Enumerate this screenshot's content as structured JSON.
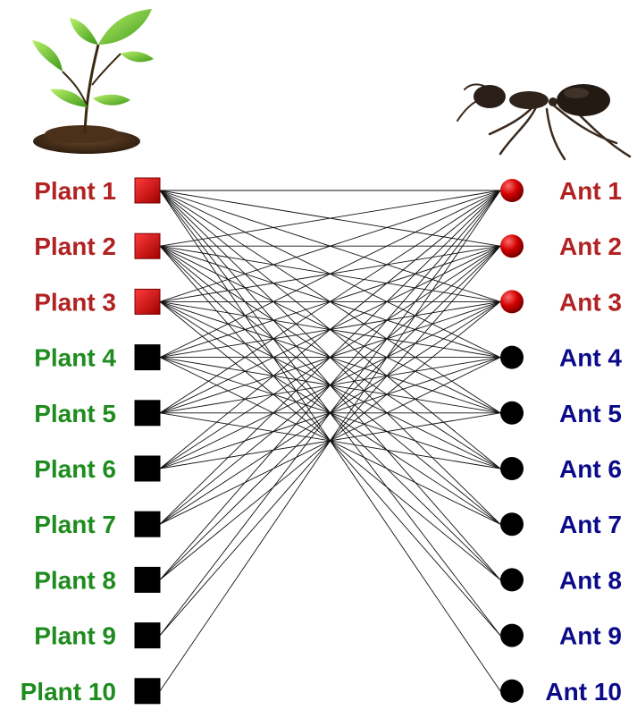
{
  "colors": {
    "core_plant": "#b22222",
    "peripheral_plant": "#1e8c1e",
    "core_ant": "#b22222",
    "peripheral_ant": "#0a0a8a",
    "edge": "#111111",
    "core_fill": "#cc0000",
    "peripheral_fill": "#000000"
  },
  "icons": {
    "plant": "plant-seedling-icon",
    "ant": "ant-icon"
  },
  "plants": [
    {
      "label": "Plant 1",
      "group": "core"
    },
    {
      "label": "Plant 2",
      "group": "core"
    },
    {
      "label": "Plant 3",
      "group": "core"
    },
    {
      "label": "Plant 4",
      "group": "peripheral"
    },
    {
      "label": "Plant 5",
      "group": "peripheral"
    },
    {
      "label": "Plant 6",
      "group": "peripheral"
    },
    {
      "label": "Plant 7",
      "group": "peripheral"
    },
    {
      "label": "Plant 8",
      "group": "peripheral"
    },
    {
      "label": "Plant 9",
      "group": "peripheral"
    },
    {
      "label": "Plant 10",
      "group": "peripheral"
    }
  ],
  "ants": [
    {
      "label": "Ant 1",
      "group": "core"
    },
    {
      "label": "Ant 2",
      "group": "core"
    },
    {
      "label": "Ant 3",
      "group": "core"
    },
    {
      "label": "Ant 4",
      "group": "peripheral"
    },
    {
      "label": "Ant 5",
      "group": "peripheral"
    },
    {
      "label": "Ant 6",
      "group": "peripheral"
    },
    {
      "label": "Ant 7",
      "group": "peripheral"
    },
    {
      "label": "Ant 8",
      "group": "peripheral"
    },
    {
      "label": "Ant 9",
      "group": "peripheral"
    },
    {
      "label": "Ant 10",
      "group": "peripheral"
    }
  ],
  "links": [
    [
      1,
      1
    ],
    [
      1,
      2
    ],
    [
      1,
      3
    ],
    [
      1,
      4
    ],
    [
      1,
      5
    ],
    [
      1,
      6
    ],
    [
      1,
      7
    ],
    [
      1,
      8
    ],
    [
      1,
      9
    ],
    [
      1,
      10
    ],
    [
      2,
      1
    ],
    [
      2,
      2
    ],
    [
      2,
      3
    ],
    [
      2,
      4
    ],
    [
      2,
      5
    ],
    [
      2,
      6
    ],
    [
      2,
      7
    ],
    [
      2,
      8
    ],
    [
      2,
      9
    ],
    [
      3,
      1
    ],
    [
      3,
      2
    ],
    [
      3,
      3
    ],
    [
      3,
      4
    ],
    [
      3,
      5
    ],
    [
      3,
      6
    ],
    [
      3,
      7
    ],
    [
      3,
      8
    ],
    [
      4,
      1
    ],
    [
      4,
      2
    ],
    [
      4,
      3
    ],
    [
      4,
      4
    ],
    [
      4,
      5
    ],
    [
      4,
      6
    ],
    [
      4,
      7
    ],
    [
      5,
      1
    ],
    [
      5,
      2
    ],
    [
      5,
      3
    ],
    [
      5,
      4
    ],
    [
      5,
      5
    ],
    [
      5,
      6
    ],
    [
      6,
      1
    ],
    [
      6,
      2
    ],
    [
      6,
      3
    ],
    [
      6,
      4
    ],
    [
      6,
      5
    ],
    [
      7,
      1
    ],
    [
      7,
      2
    ],
    [
      7,
      3
    ],
    [
      7,
      4
    ],
    [
      8,
      1
    ],
    [
      8,
      2
    ],
    [
      8,
      3
    ],
    [
      9,
      1
    ],
    [
      9,
      2
    ],
    [
      10,
      1
    ]
  ]
}
